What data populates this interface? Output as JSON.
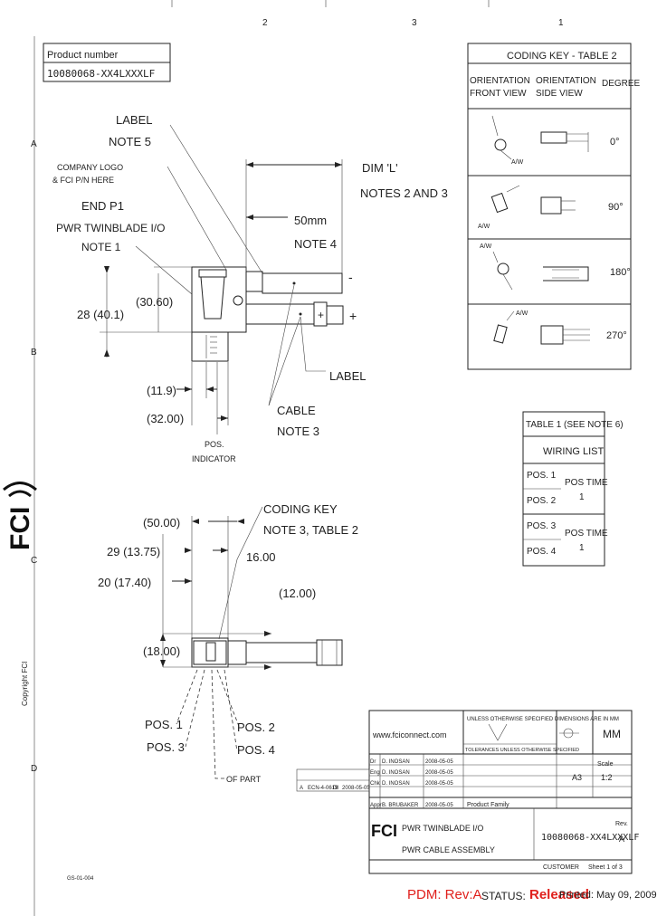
{
  "title_box": {
    "product_label": "Product number",
    "product_number": "10080068-XX4LXXXLF"
  },
  "callouts": {
    "label_top": [
      "LABEL",
      "NOTE 5"
    ],
    "company_logo": [
      "COMPANY LOGO",
      "& FCI P/N HERE"
    ],
    "end_p1": [
      "END P1",
      "PWR TWINBLADE I/O",
      "NOTE 1"
    ],
    "dim_l": [
      "DIM 'L'",
      "NOTES 2 AND 3"
    ],
    "dim_50": [
      "50mm",
      "NOTE 4"
    ],
    "label_bottom": "LABEL",
    "cable": [
      "CABLE",
      "NOTE 3"
    ],
    "pos_indicator": [
      "POS.",
      "INDICATOR"
    ],
    "coding_key": [
      "CODING KEY",
      "NOTE 3, TABLE 2"
    ],
    "pos1": "POS. 1",
    "pos2": "POS. 2",
    "pos3": "POS. 3",
    "pos4": "POS. 4",
    "of_part": "OF PART"
  },
  "dimensions": {
    "d_30_60": "(30.60)",
    "d_28_40": "28 (40.1)",
    "d_11_9": "(11.9)",
    "d_32_00": "(32.00)",
    "d_50_00": "(50.00)",
    "d_29_3": "29 (13.75)",
    "d_16_00": "16.00",
    "d_20_7": "20 (17.40)",
    "d_12_00": "(12.00)",
    "d_18_00": "(18.00)",
    "minus": "-",
    "plus": "+"
  },
  "table2": {
    "title": "CODING KEY - TABLE 2",
    "headers": [
      "ORIENTATION FRONT VIEW",
      "ORIENTATION SIDE VIEW",
      "DEGREE"
    ],
    "rows": [
      {
        "front_tag": "A/W",
        "degree": "0°"
      },
      {
        "front_tag": "A/W",
        "degree": "90°"
      },
      {
        "front_tag": "A/W",
        "degree": "180°"
      },
      {
        "front_tag": "A/W",
        "degree": "270°"
      }
    ]
  },
  "table1": {
    "title": "TABLE 1 (SEE NOTE 6)",
    "subtitle": "WIRING LIST",
    "rows": [
      "POS. 1",
      "POS. 2",
      "POS. 3",
      "POS. 4"
    ],
    "right": [
      "POS TIME",
      "1",
      "POS TIME",
      "1"
    ]
  },
  "border": {
    "top_letters": [
      "2",
      "3",
      "2",
      "1"
    ],
    "side_letters": [
      "A",
      "B",
      "C",
      "D"
    ],
    "copyright": "Copyright FCI"
  },
  "title_block": {
    "website": "www.fciconnect.com",
    "unless": "UNLESS OTHERWISE SPECIFIED DIMENSIONS ARE IN MM",
    "tolerances": "TOLERANCES UNLESS OTHERWISE SPECIFIED",
    "units": "MM",
    "scale_label": "Scale",
    "scale_value": "1:2",
    "size": "A3",
    "rows": [
      {
        "who": "Dr",
        "name": "D. INOSAN",
        "date": "2008-05-05"
      },
      {
        "who": "Eng",
        "name": "D. INOSAN",
        "date": "2008-05-05"
      },
      {
        "who": "Chk",
        "name": "D. INOSAN",
        "date": "2008-05-05"
      },
      {
        "who": "Appr",
        "name": "B. BRUBAKER",
        "date": "2008-05-05"
      }
    ],
    "product_family": "Product Family",
    "rev_rows": [
      {
        "rev": "A",
        "ecn": "ECN-4-0619",
        "by": "DI",
        "date": "2008-05-05"
      }
    ],
    "desc_line1": "PWR TWINBLADE I/O",
    "desc_line2": "PWR CABLE ASSEMBLY",
    "doc_number": "10080068-XX4LXXXLF",
    "rev_label": "Rev.",
    "rev_value": "A",
    "customer": "CUSTOMER",
    "sheet": "Sheet 1 of 3",
    "small_code": "GS-01-004"
  },
  "footer": {
    "pdm": "PDM: Rev:A",
    "status_label": "STATUS:",
    "status_value": "Released",
    "printed": "Printed: May 09, 2009"
  },
  "colors": {
    "red": "#e0201c",
    "ink": "#222222"
  }
}
